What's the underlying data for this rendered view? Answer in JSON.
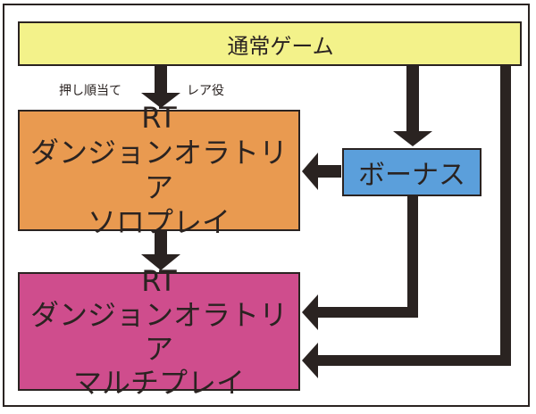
{
  "colors": {
    "normal_game": "#f3f28a",
    "rt_solo": "#e99a50",
    "bonus": "#5b9fdb",
    "rt_multi": "#cf4d8d",
    "line": "#2a2321"
  },
  "nodes": {
    "normal_game": {
      "text": "通常ゲーム"
    },
    "rt_solo": {
      "line1": "RT",
      "line2": "ダンジョンオラトリア",
      "line3": "ソロプレイ"
    },
    "bonus": {
      "text": "ボーナス"
    },
    "rt_multi": {
      "line1": "RT",
      "line2": "ダンジョンオラトリア",
      "line3": "マルチプレイ"
    }
  },
  "edge_labels": {
    "left": "押し順当て",
    "right": "レア役"
  }
}
